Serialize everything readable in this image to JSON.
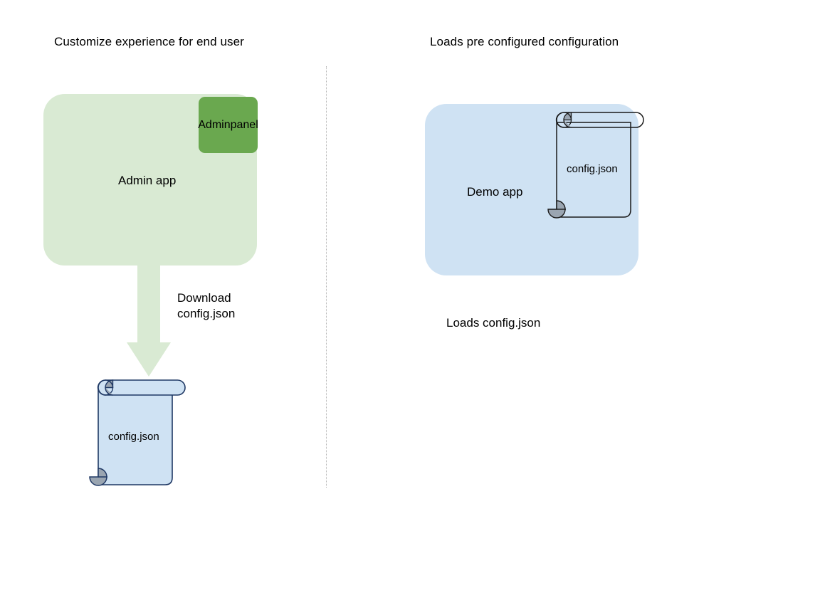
{
  "diagram": {
    "title_left": "Customize experience for end user",
    "title_right": "Loads pre configured configuration",
    "divider": "dotted-vertical-divider"
  },
  "left_flow": {
    "app": {
      "label": "Admin app",
      "fill": "#d9ead3"
    },
    "badge": {
      "line1": "Admin",
      "line2": "panel",
      "fill": "#6aa84f"
    },
    "arrow": {
      "label_line1": "Download",
      "label_line2": "config.json",
      "fill": "#d9ead3",
      "direction": "down"
    },
    "document": {
      "label": "config.json",
      "fill": "#cfe2f3",
      "stroke": "#1f3864",
      "curl_fill": "#9aa5b1"
    }
  },
  "right_flow": {
    "app": {
      "label": "Demo app",
      "fill": "#cfe2f3"
    },
    "document": {
      "label": "config.json",
      "fill": "transparent",
      "stroke": "#1a1a1a",
      "curl_fill": "#9aa5b1"
    },
    "caption": "Loads config.json"
  }
}
